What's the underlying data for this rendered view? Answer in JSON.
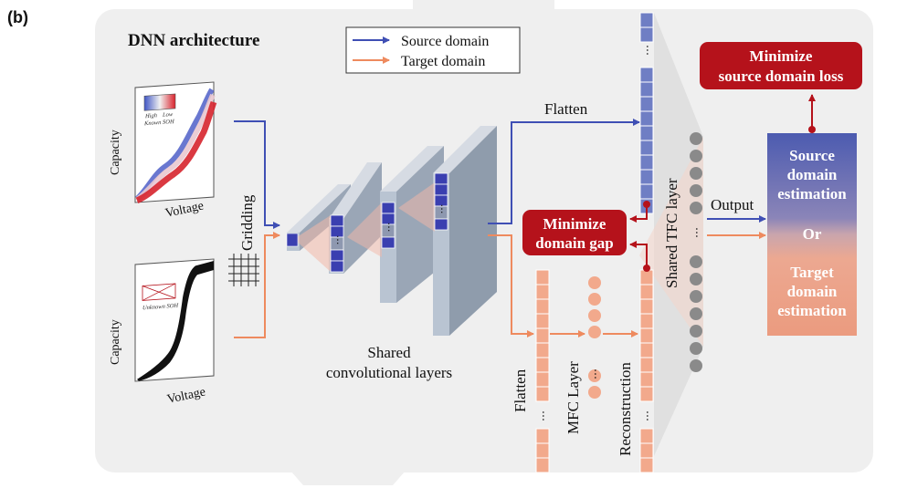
{
  "panel_label": "(b)",
  "title": "DNN architecture",
  "legend": {
    "source": "Source domain",
    "target": "Target domain",
    "source_color": "#3f4fb4",
    "target_color": "#ee8a5e"
  },
  "plots": {
    "top": {
      "ylabel": "Capacity",
      "xlabel": "Voltage",
      "colorbar_high": "High",
      "colorbar_low": "Low",
      "colorbar_caption": "Known SOH"
    },
    "bottom": {
      "ylabel": "Capacity",
      "xlabel": "Voltage",
      "caption": "Unknown SOH"
    }
  },
  "labels": {
    "gridding": "Gridding",
    "shared_conv_line1": "Shared",
    "shared_conv_line2": "convolutional layers",
    "flatten_top": "Flatten",
    "flatten_bottom": "Flatten",
    "mfc_layer": "MFC Layer",
    "reconstruction": "Reconstruction",
    "shared_tfc_layer": "Shared TFC layer",
    "output": "Output",
    "ellipsis": "…"
  },
  "callouts": {
    "minimize_source_line1": "Minimize",
    "minimize_source_line2": "source domain loss",
    "minimize_gap_line1": "Minimize",
    "minimize_gap_line2": "domain gap",
    "color": "#b5121b"
  },
  "estimation_box": {
    "source_line1": "Source",
    "source_line2": "domain",
    "source_line3": "estimation",
    "or": "Or",
    "target_line1": "Target",
    "target_line2": "domain",
    "target_line3": "estimation"
  }
}
